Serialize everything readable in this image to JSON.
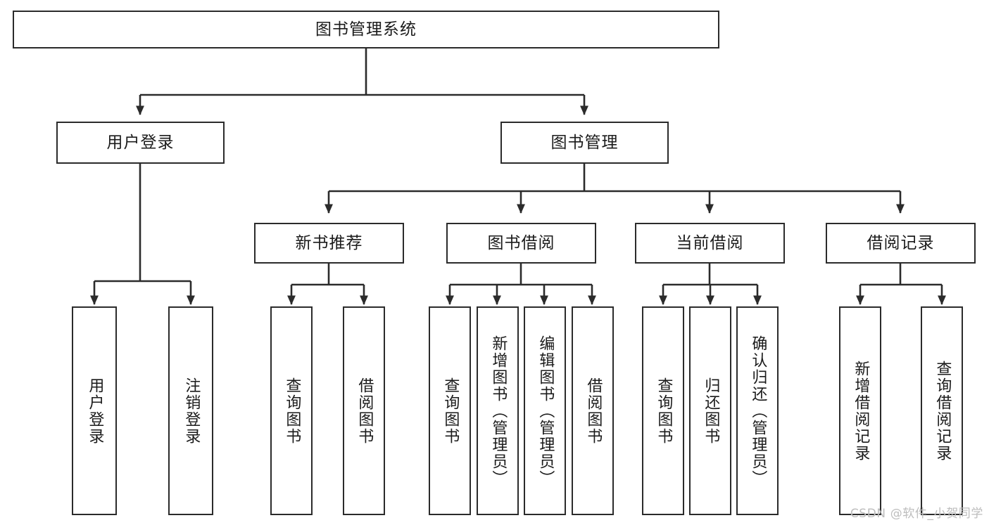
{
  "diagram": {
    "title": "图书管理系统",
    "type": "tree-hierarchy-chart",
    "watermark": "CSDN @软件_小贺同学",
    "colors": {
      "box_border": "#2b2b2b",
      "box_fill": "#ffffff",
      "edge": "#2b2b2b",
      "text": "#1b1b1b",
      "watermark": "#bdbdbd",
      "background": "#ffffff"
    },
    "nodes": {
      "root": {
        "label": "图书管理系统"
      },
      "level2": [
        {
          "id": "user-login",
          "label": "用户登录"
        },
        {
          "id": "book-manage",
          "label": "图书管理"
        }
      ],
      "level3": [
        {
          "id": "new-book-recommend",
          "label": "新书推荐"
        },
        {
          "id": "book-borrow",
          "label": "图书借阅"
        },
        {
          "id": "current-borrow",
          "label": "当前借阅"
        },
        {
          "id": "borrow-record",
          "label": "借阅记录"
        }
      ],
      "leaves": {
        "user_login": [
          {
            "id": "leaf-user-login",
            "label": "用户登录"
          },
          {
            "id": "leaf-logout-login",
            "label": "注销登录"
          }
        ],
        "new_book_recommend": [
          {
            "id": "leaf-query-book-1",
            "label": "查询图书"
          },
          {
            "id": "leaf-borrow-book-1",
            "label": "借阅图书"
          }
        ],
        "book_borrow": [
          {
            "id": "leaf-query-book-2",
            "label": "查询图书"
          },
          {
            "id": "leaf-add-book",
            "label": "新增图书（管理员）"
          },
          {
            "id": "leaf-edit-book",
            "label": "编辑图书（管理员）"
          },
          {
            "id": "leaf-borrow-book-2",
            "label": "借阅图书"
          }
        ],
        "current_borrow": [
          {
            "id": "leaf-query-book-3",
            "label": "查询图书"
          },
          {
            "id": "leaf-return-book",
            "label": "归还图书"
          },
          {
            "id": "leaf-confirm-return",
            "label": "确认归还（管理员）"
          }
        ],
        "borrow_record": [
          {
            "id": "leaf-add-record",
            "label": "新增借阅记录"
          },
          {
            "id": "leaf-query-record",
            "label": "查询借阅记录"
          }
        ]
      }
    }
  }
}
